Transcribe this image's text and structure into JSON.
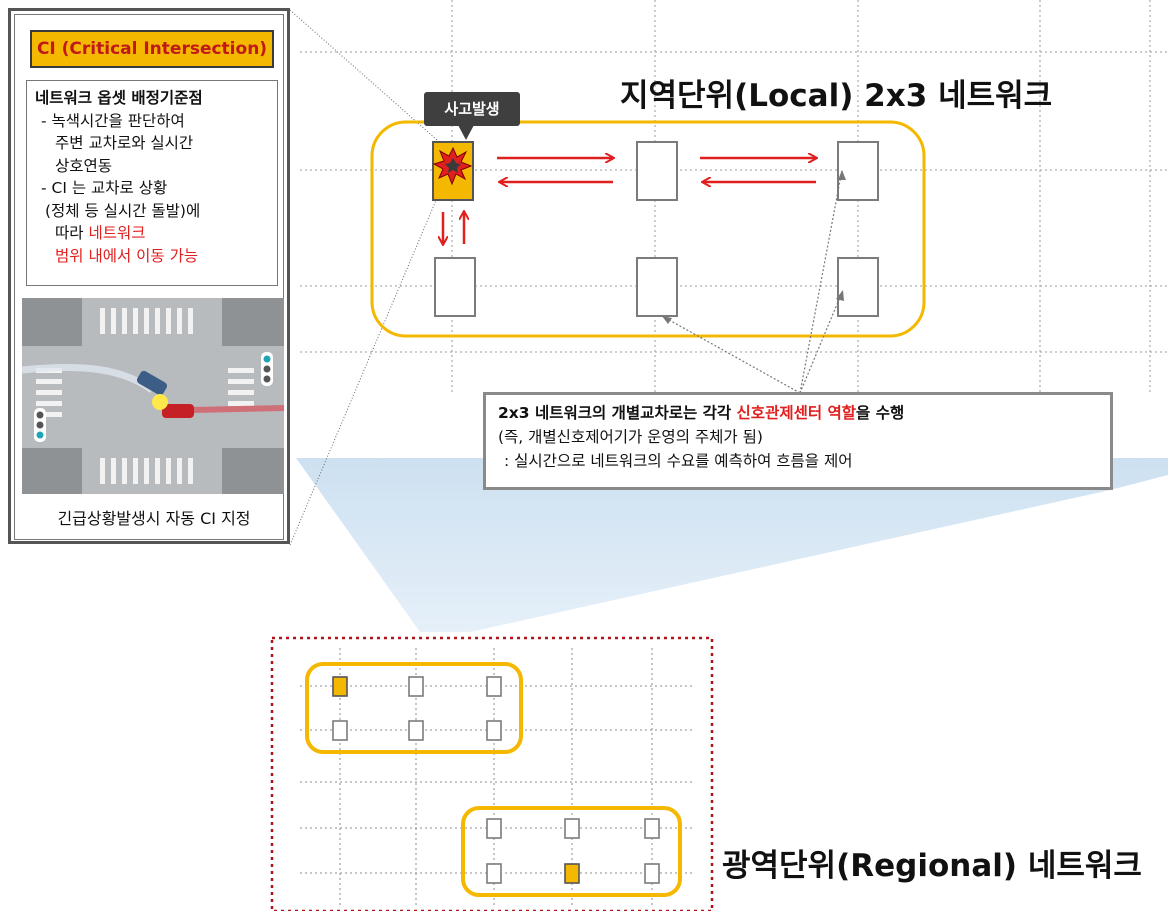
{
  "left_panel": {
    "ci_title": "CI (Critical Intersection)",
    "heading": "네트워크 옵셋 배정기준점",
    "lines": [
      "- 녹색시간을 판단하여",
      "주변 교차로와 실시간",
      "상호연동",
      "- CI 는 교차로 상황",
      "(정체 등 실시간 돌발)에",
      "따라 "
    ],
    "line6_red": "네트워크",
    "line7_red": "범위 내에서 이동 가능",
    "caption": "긴급상황발생시 자동 CI 지정"
  },
  "local_network": {
    "title": "지역단위(Local) 2x3 네트워크",
    "accident_label": "사고발생"
  },
  "info_box": {
    "line1_part1": "2x3 네트워크의 개별교차로는 각각 ",
    "line1_red": "신호관제센터 역할",
    "line1_part2": "을 수행",
    "line2": "(즉, 개별신호제어기가 운영의 주체가 됨)",
    "line3": ": 실시간으로 네트워크의 수요를 예측하여 흐름을 제어"
  },
  "regional_network": {
    "title": "광역단위(Regional) 네트워크"
  },
  "colors": {
    "network_outline": "#f5b800",
    "ci_fill": "#f5b800",
    "arrow_red": "#e0201f",
    "text_red": "#e0201f"
  }
}
